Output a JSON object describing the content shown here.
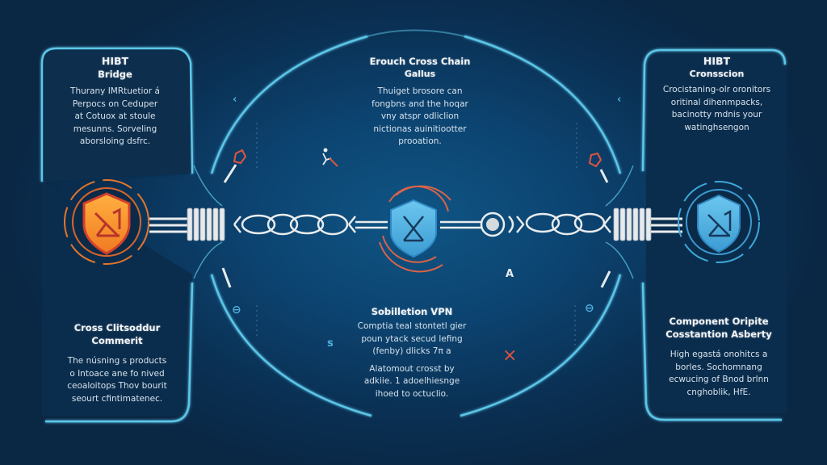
{
  "diagram": {
    "colors": {
      "background_center": "#0f5585",
      "background_edge": "#0a2744",
      "frame_cyan": "#5cc6e8",
      "accent_orange": "#f08a2e",
      "accent_red": "#e0553f",
      "node_blue": "#4fb0e0",
      "chain_white": "#e8ecee"
    },
    "panels": {
      "top_left": {
        "title": "HIBT",
        "subtitle": "Bridge",
        "body_lines": [
          "Thurany IMRtuetior á",
          "Perpocs on Ceduper",
          "at Cotuox at stoule",
          "mesunns. Sorveling",
          "aborsloing dsfrc."
        ]
      },
      "top_center": {
        "title": "Erouch Cross Chain",
        "subtitle": "Gallus",
        "body_lines": [
          "Thuiget brosore can",
          "fongbns and the hoqar",
          "vny atspr odliclion",
          "nictionas auinitiootter",
          "prooation."
        ]
      },
      "top_right": {
        "title": "HIBT",
        "subtitle": "Cronsscion",
        "body_lines": [
          "Crocistaning-olr oronitors",
          "oritinal dihenmpacks,",
          "bacinotty mdnis your",
          "watinghsengon"
        ]
      },
      "bottom_left": {
        "title": "Cross Clitsoddur",
        "subtitle": "Commerit",
        "body_lines": [
          "The núsning s products",
          "o Intoace ane fo nived",
          "ceoaloitops Thov bourit",
          "seourt cfintimatenec."
        ]
      },
      "bottom_center": {
        "title": "Sobilletion VPN",
        "body_lines": [
          "Comptia teal stontetl gier",
          "poun ytack secud lefing",
          "(fenby) dlicks 7π a"
        ],
        "body2_lines": [
          "Alatomout crosst by",
          "adkiie. 1 adoelhiesnge",
          "ihoed to octuclio."
        ]
      },
      "bottom_right": {
        "title": "Component Oripite",
        "subtitle": "Cosstantion Asberty",
        "body_lines": [
          "High egastá onohitcs a",
          "borles. Sochomnang",
          "ecwucing of Bnod brlnn",
          "cnghoblik, HfE."
        ]
      }
    },
    "nodes": {
      "left_shield": {
        "icon": "xlambda-glyph",
        "color": "orange"
      },
      "center_shield": {
        "icon": "hourglass-x-glyph",
        "color": "blue"
      },
      "right_shield": {
        "icon": "xlambda-glyph",
        "color": "blue"
      }
    },
    "markers": {
      "top_left_chevron": "‹",
      "top_right_chevron": "‹",
      "bottom_left_s": "s",
      "center_a": "A",
      "bottom_x": "×",
      "left_circle_minus": "⊖",
      "right_circle_minus": "⊖"
    }
  }
}
